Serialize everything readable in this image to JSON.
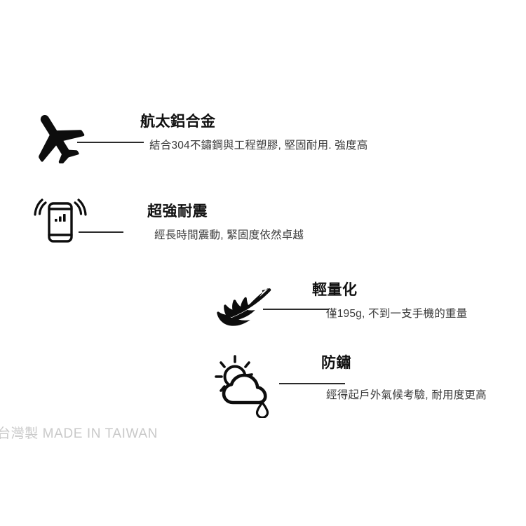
{
  "page": {
    "background_color": "#ffffff",
    "heading_color": "#111111",
    "description_color": "#3b3b3b",
    "rule_color": "#2b2b2b",
    "footer_color": "#c9c9c9"
  },
  "features": [
    {
      "icon": "airplane-icon",
      "heading": "航太鋁合金",
      "description": "結合304不鏽鋼與工程塑膠, 堅固耐用. 強度高"
    },
    {
      "icon": "vibrating-phone-icon",
      "heading": "超強耐震",
      "description": "經長時間震動, 緊固度依然卓越"
    },
    {
      "icon": "feather-icon",
      "heading": "輕量化",
      "description": "僅195g, 不到一支手機的重量"
    },
    {
      "icon": "sun-cloud-rain-icon",
      "heading": "防鏽",
      "description": "經得起戶外氣候考驗, 耐用度更高"
    }
  ],
  "footer": {
    "text": "台灣製 MADE IN TAIWAN"
  }
}
